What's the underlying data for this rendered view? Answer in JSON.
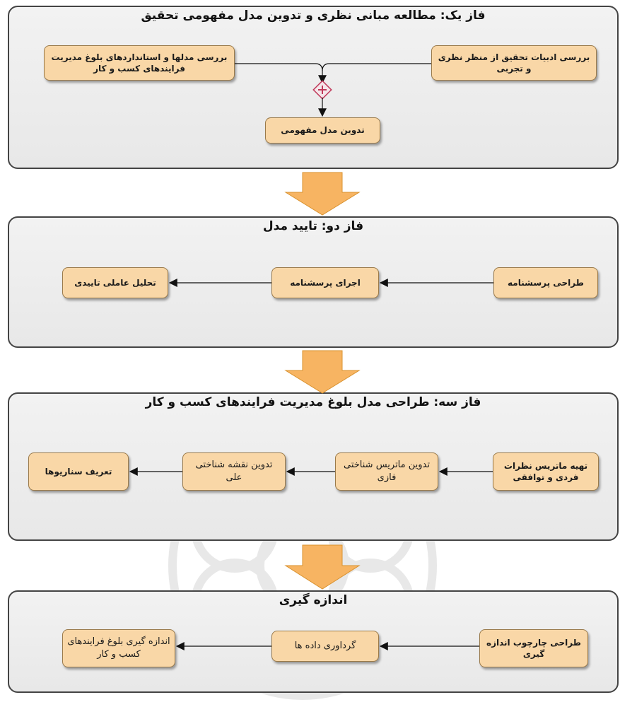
{
  "phase1": {
    "title": "فاز یک: مطالعه مبانی نظری و تدوین مدل مفهومی تحقیق",
    "node_left": "بررسی مدلها و استانداردهای بلوغ مدیریت فرایندهای کسب و کار",
    "node_right": "بررسی ادبیات تحقیق از منظر نظری و تجربی",
    "node_bottom": "تدوین مدل مفهومی",
    "gateway_symbol": "+"
  },
  "phase2": {
    "title": "فاز دو: تایید مدل",
    "nodes": [
      "طراحی پرسشنامه",
      "اجرای پرسشنامه",
      "تحلیل عاملی تاییدی"
    ]
  },
  "phase3": {
    "title": "فاز سه: طراحی مدل بلوغ مدیریت فرایندهای کسب و کار",
    "nodes": [
      "تهیه ماتریس نظرات فردی و توافقی",
      "تدوین ماتریس شناختی فازی",
      "تدوین نقشه شناختی علی",
      "تعریف سناریوها"
    ]
  },
  "phase4": {
    "title": "اندازه گیری",
    "nodes": [
      "طراحی چارچوب اندازه گیری",
      "گرداوری داده ها",
      "اندازه گیری بلوغ فرایندهای کسب و کار"
    ]
  },
  "colors": {
    "node_fill": "#f9d7a7",
    "arrow_fill": "#f7b462",
    "gateway": "#c0395a"
  }
}
